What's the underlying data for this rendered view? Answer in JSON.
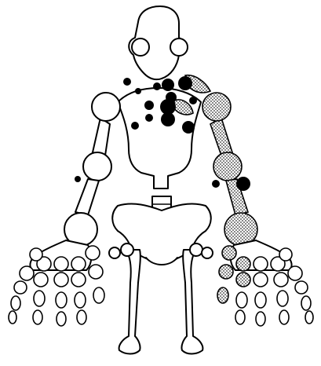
{
  "figure": {
    "kind": "skeleton joint map",
    "colors": {
      "outline": "#000000",
      "background": "#ffffff",
      "solid_marker": "#000000",
      "stipple_marker": "#555555"
    },
    "marker_types": [
      "solid-dot",
      "stippled-region"
    ]
  }
}
